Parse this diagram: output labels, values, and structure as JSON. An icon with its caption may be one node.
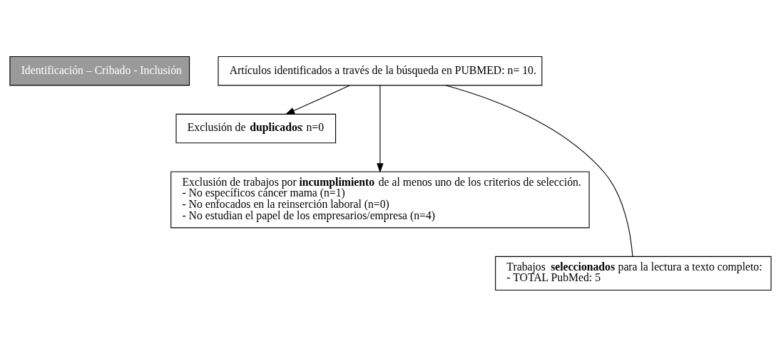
{
  "diagram": {
    "nodes": [
      {
        "text": [
          "Identificación – Cribado - Inclusión"
        ]
      },
      {
        "text": [
          "Artículos identificados a través de la búsqueda en PUBMED: n= 10."
        ]
      },
      {
        "text": [
          "Exclusión de **duplicados**: n=0"
        ]
      },
      {
        "text": [
          "Exclusión de trabajos por **incumplimiento** de al menos uno de los criterios de selección.",
          "- No específicos cáncer mama (n=1)",
          "- No enfocados en la reinserción laboral (n=0)",
          "- No estudian el papel de los empresarios/empresa (n=4)"
        ]
      },
      {
        "text": [
          "Trabajos **seleccionados** para la lectura a texto completo:",
          "- TOTAL PubMed: 5"
        ]
      }
    ],
    "edges": [
      {
        "from": 1,
        "to": 2,
        "arrow": "to"
      },
      {
        "from": 1,
        "to": 3,
        "arrow": "to"
      },
      {
        "from": 1,
        "to": 4,
        "arrow": "none"
      }
    ]
  }
}
